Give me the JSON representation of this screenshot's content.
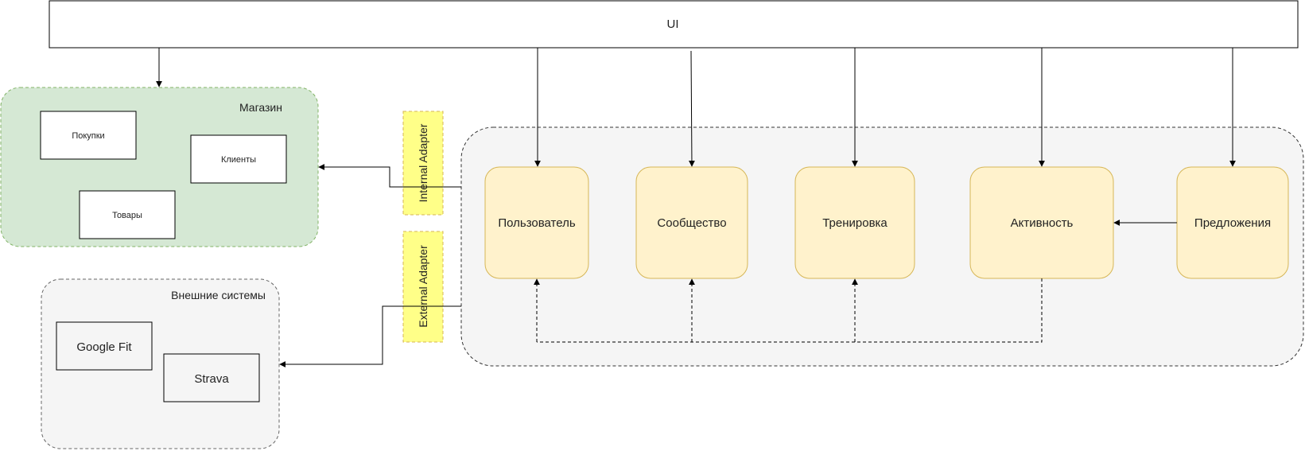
{
  "ui": {
    "label": "UI"
  },
  "store": {
    "title": "Магазин",
    "items": [
      "Покупки",
      "Клиенты",
      "Товары"
    ]
  },
  "external": {
    "title": "Внешние системы",
    "items": [
      "Google Fit",
      "Strava"
    ]
  },
  "adapters": {
    "internal": "Internal Adapter",
    "external": "External Adapter"
  },
  "services": [
    "Пользователь",
    "Сообщество",
    "Тренировка",
    "Активность",
    "Предложения"
  ],
  "colors": {
    "store_fill": "#d5e8d4",
    "store_stroke": "#82b366",
    "gray_fill": "#f5f5f5",
    "gray_stroke": "#666666",
    "adapter_fill": "#ffff88",
    "adapter_stroke": "#d6b656",
    "service_fill": "#fff2cc",
    "service_stroke": "#d6b656"
  }
}
